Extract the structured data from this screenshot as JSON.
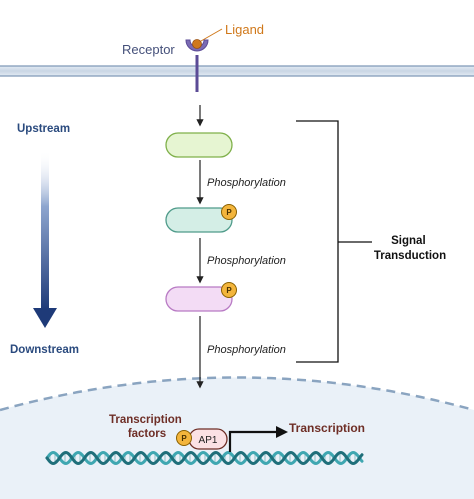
{
  "labels": {
    "ligand": "Ligand",
    "receptor": "Receptor",
    "upstream": "Upstream",
    "downstream": "Downstream",
    "phosphorylation": [
      "Phosphorylation",
      "Phosphorylation",
      "Phosphorylation"
    ],
    "signal_transduction": [
      "Signal",
      "Transduction"
    ],
    "transcription_factors": [
      "Transcription",
      "factors"
    ],
    "phosphate": "P",
    "ap1": "AP1",
    "transcription": "Transcription"
  },
  "colors": {
    "membrane": "#c9d6e4",
    "membrane_line": "#7f99b7",
    "nucleus": "#eaf1f8",
    "nucleus_border": "#8aa4c0",
    "arrow_blue": "#1e3a78",
    "ligand": "#d0781a",
    "receptor": "#7b6bb3",
    "protein_1": "#e6f5d2",
    "protein_1_stroke": "#7fb04a",
    "protein_2": "#d4eee6",
    "protein_2_stroke": "#4f9b8a",
    "protein_3": "#f3dcf5",
    "protein_3_stroke": "#b87ac4",
    "phosphate": "#f3b53c",
    "ap1": "#fbe1e4",
    "dna_strand_1": "#1f6f7a",
    "dna_strand_2": "#3fa7b1"
  }
}
